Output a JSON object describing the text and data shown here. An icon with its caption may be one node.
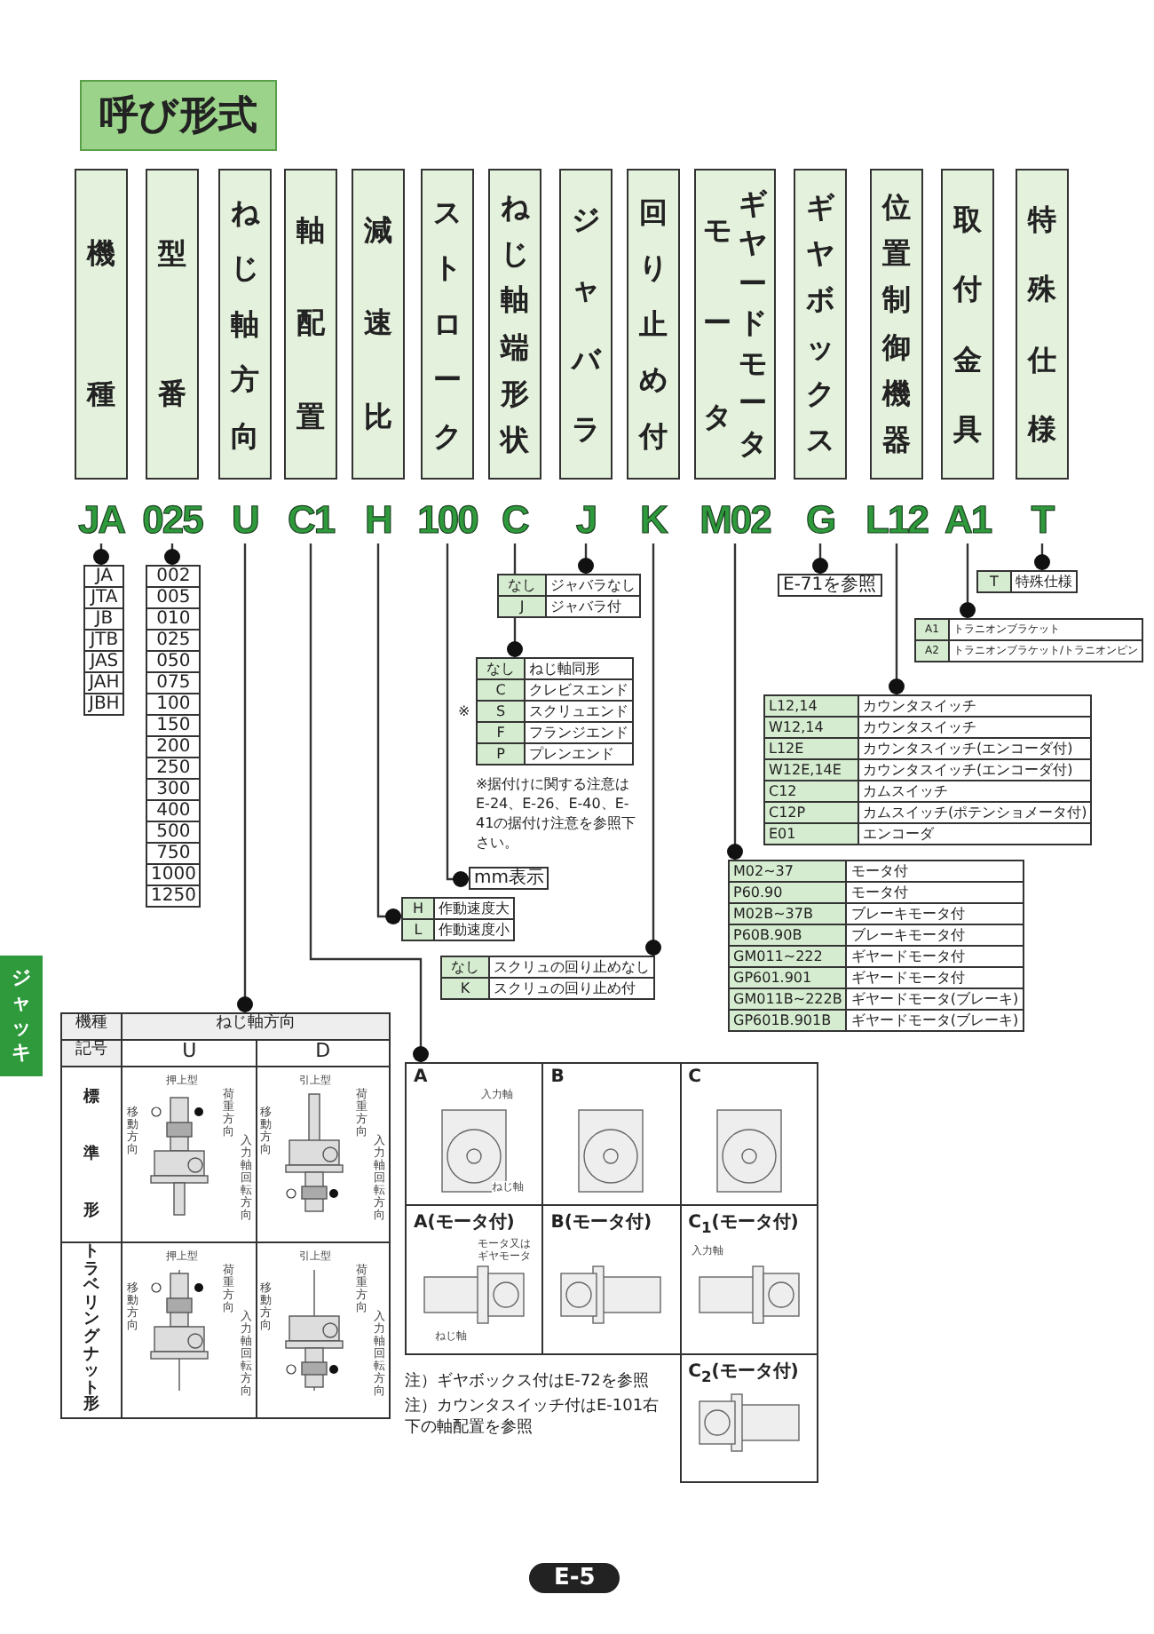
{
  "diagram": {
    "title": "呼び形式",
    "nodes": [
      {
        "text": [
          "機種"
        ]
      },
      {
        "text": [
          "型番"
        ]
      },
      {
        "text": [
          "ねじ軸方向"
        ]
      },
      {
        "text": [
          "軸配置"
        ]
      },
      {
        "text": [
          "減速比"
        ]
      },
      {
        "text": [
          "ストローク"
        ]
      },
      {
        "text": [
          "ねじ軸端形状"
        ]
      },
      {
        "text": [
          "ジャバラ"
        ]
      },
      {
        "text": [
          "回り止め付"
        ]
      },
      {
        "text": [
          "モータ",
          "ギヤードモータ"
        ]
      },
      {
        "text": [
          "ギヤボックス"
        ]
      },
      {
        "text": [
          "位置制御機器"
        ]
      },
      {
        "text": [
          "取付金具"
        ]
      },
      {
        "text": [
          "特殊仕様"
        ]
      },
      {
        "text": [
          "JA"
        ]
      },
      {
        "text": [
          "025"
        ]
      },
      {
        "text": [
          "U"
        ]
      },
      {
        "text": [
          "C1"
        ]
      },
      {
        "text": [
          "H"
        ]
      },
      {
        "text": [
          "100"
        ]
      },
      {
        "text": [
          "C"
        ]
      },
      {
        "text": [
          "J"
        ]
      },
      {
        "text": [
          "K"
        ]
      },
      {
        "text": [
          "M02"
        ]
      },
      {
        "text": [
          "G"
        ]
      },
      {
        "text": [
          "L12"
        ]
      },
      {
        "text": [
          "A1"
        ]
      },
      {
        "text": [
          "T"
        ]
      },
      {
        "text": [
          "JA",
          "JTA",
          "JB",
          "JTB",
          "JAS",
          "JAH",
          "JBH"
        ]
      },
      {
        "text": [
          "002",
          "005",
          "010",
          "025",
          "050",
          "075",
          "100",
          "150",
          "200",
          "250",
          "300",
          "400",
          "500",
          "750",
          "1000",
          "1250"
        ]
      },
      {
        "text": [
          "機種",
          "ねじ軸方向",
          "記号",
          "U",
          "D",
          "標準形",
          "押上型",
          "移動方向",
          "荷重方向",
          "入力軸回転方向",
          "引上型",
          "移動方向",
          "荷重方向",
          "入力軸回転方向",
          "トラベリングナット形",
          "押上型",
          "移動方向",
          "荷重方向",
          "入力軸回転方向",
          "引上型",
          "移動方向",
          "荷重方向",
          "入力軸回転方向"
        ]
      },
      {
        "text": [
          "A",
          "入力軸",
          "ねじ軸",
          "B",
          "C",
          "A(モータ付)",
          "モータ又はギヤモータ",
          "ねじ軸",
          "B(モータ付)",
          "C$_{1}$(モータ付)",
          "入力軸",
          "C$_{2}$(モータ付)"
        ]
      },
      {
        "text": [
          "H",
          "作動速度大",
          "L",
          "作動速度小"
        ]
      },
      {
        "text": [
          "mm表示"
        ]
      },
      {
        "text": [
          "なし",
          "ねじ軸同形",
          "C",
          "クレビスエンド",
          "S",
          "スクリュエンド",
          "F",
          "フランジエンド",
          "P",
          "プレンエンド"
        ],
        "beside": [
          "※",
          "※据付けに関する注意はE-24、E-26、E-40、E-41の据付け注意を参照下さい。"
        ]
      },
      {
        "text": [
          "なし",
          "ジャバラなし",
          "J",
          "ジャバラ付"
        ]
      },
      {
        "text": [
          "なし",
          "スクリュの回り止めなし",
          "K",
          "スクリュの回り止め付"
        ]
      },
      {
        "text": [
          "M02~37",
          "モータ付",
          "P60.90",
          "モータ付",
          "M02B~37B",
          "ブレーキモータ付",
          "P60B.90B",
          "ブレーキモータ付",
          "GM011~222",
          "ギヤードモータ付",
          "GP601.901",
          "ギヤードモータ付",
          "GM011B~222B",
          "ギヤードモータ(ブレーキ)",
          "GP601B.901B",
          "ギヤードモータ(ブレーキ)"
        ]
      },
      {
        "text": [
          "E-71を参照"
        ]
      },
      {
        "text": [
          "L12,14",
          "カウンタスイッチ",
          "W12,14",
          "カウンタスイッチ",
          "L12E",
          "カウンタスイッチ(エンコーダ付)",
          "W12E,14E",
          "カウンタスイッチ(エンコーダ付)",
          "C12",
          "カムスイッチ",
          "C12P",
          "カムスイッチ(ポテンショメータ付)",
          "E01",
          "エンコーダ"
        ]
      },
      {
        "text": [
          "A1",
          "トラニオンブラケット",
          "A2",
          "トラニオンブラケット/トラニオンピン"
        ]
      },
      {
        "text": [
          "T",
          "特殊仕様"
        ]
      }
    ],
    "edges": [
      {
        "from": 14,
        "to": 28,
        "arrow": "other"
      },
      {
        "from": 15,
        "to": 29,
        "arrow": "other"
      },
      {
        "from": 16,
        "to": 30,
        "arrow": "other"
      },
      {
        "from": 17,
        "to": 31,
        "arrow": "other"
      },
      {
        "from": 18,
        "to": 32,
        "arrow": "other"
      },
      {
        "from": 19,
        "to": 33,
        "arrow": "other"
      },
      {
        "from": 20,
        "to": 34,
        "arrow": "other"
      },
      {
        "from": 21,
        "to": 35,
        "arrow": "other"
      },
      {
        "from": 22,
        "to": 36,
        "arrow": "other"
      },
      {
        "from": 23,
        "to": 37,
        "arrow": "other"
      },
      {
        "from": 24,
        "to": 38,
        "arrow": "other"
      },
      {
        "from": 25,
        "to": 39,
        "arrow": "other"
      },
      {
        "from": 26,
        "to": 40,
        "arrow": "other"
      },
      {
        "from": 27,
        "to": 41,
        "arrow": "other"
      }
    ],
    "labels": [
      "ジャッキ",
      "注）ギヤボックス付はE-72を参照",
      "注）カウンタスイッチ付はE-101右下の軸配置を参照",
      "E-5"
    ]
  }
}
